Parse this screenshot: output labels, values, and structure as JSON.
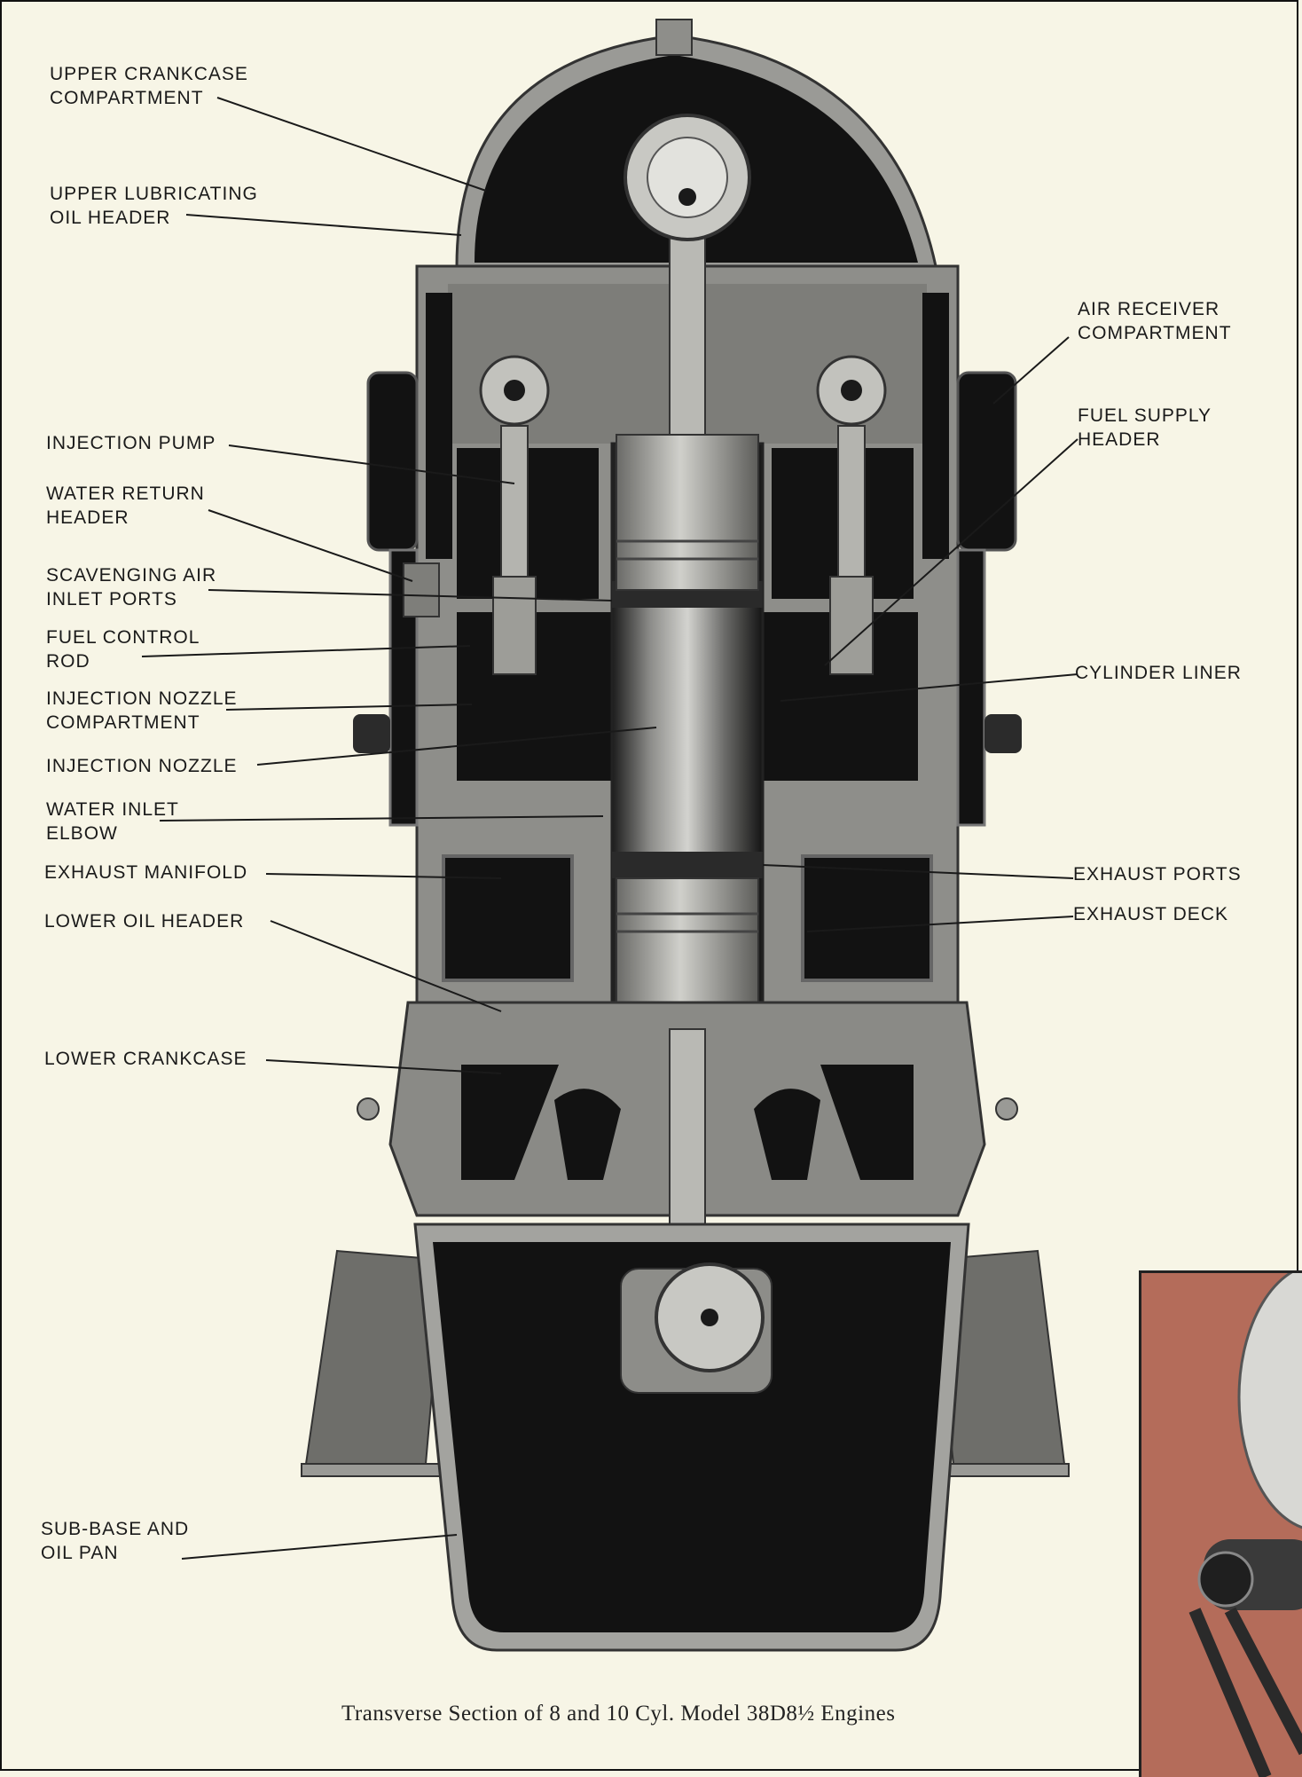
{
  "labels": {
    "upper_crankcase": "UPPER CRANKCASE\nCOMPARTMENT",
    "upper_lube_header": "UPPER LUBRICATING\nOIL HEADER",
    "injection_pump": "INJECTION PUMP",
    "water_return_header": "WATER RETURN\nHEADER",
    "scavenging_air_ports": "SCAVENGING AIR\nINLET PORTS",
    "fuel_control_rod": "FUEL CONTROL\nROD",
    "injection_nozzle_compartment": "INJECTION NOZZLE\nCOMPARTMENT",
    "injection_nozzle": "INJECTION NOZZLE",
    "water_inlet_elbow": "WATER INLET\nELBOW",
    "exhaust_manifold": "EXHAUST MANIFOLD",
    "lower_oil_header": "LOWER OIL HEADER",
    "lower_crankcase": "LOWER CRANKCASE",
    "sub_base_oil_pan": "SUB-BASE AND\nOIL PAN",
    "air_receiver": "AIR RECEIVER\nCOMPARTMENT",
    "fuel_supply_header": "FUEL SUPPLY\nHEADER",
    "cylinder_liner": "CYLINDER LINER",
    "exhaust_ports": "EXHAUST PORTS",
    "exhaust_deck": "EXHAUST DECK"
  },
  "caption": "Transverse Section of 8 and 10 Cyl. Model 38D8½ Engines",
  "colors": {
    "paper": "#f7f5e6",
    "metal_light": "#b9b9b4",
    "metal_mid": "#8e8e8a",
    "metal_dark": "#5e5e5b",
    "cavity": "#121212",
    "inset_bg": "#b46c5a"
  }
}
